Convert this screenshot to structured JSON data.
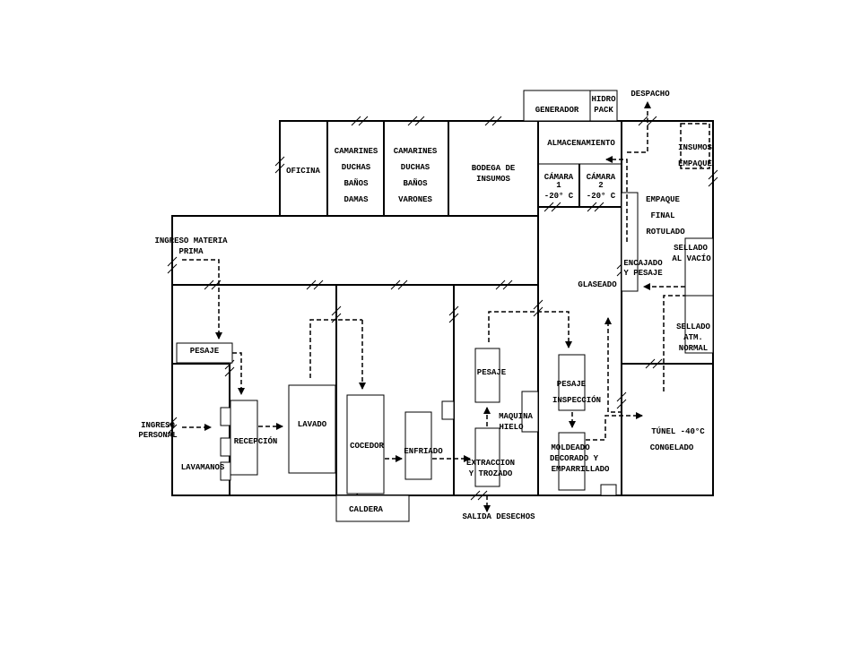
{
  "labels": {
    "generador": "GENERADOR",
    "hidro_pack": [
      "HIDRO",
      "PACK"
    ],
    "despacho": "DESPACHO",
    "oficina": "OFICINA",
    "camarines_damas": [
      "CAMARINES",
      "DUCHAS",
      "BAÑOS",
      "DAMAS"
    ],
    "camarines_varones": [
      "CAMARINES",
      "DUCHAS",
      "BAÑOS",
      "VARONES"
    ],
    "bodega": [
      "BODEGA DE",
      "INSUMOS"
    ],
    "almacenamiento": "ALMACENAMIENTO",
    "camara1": [
      "CÁMARA",
      "1",
      "-20° C"
    ],
    "camara2": [
      "CÁMARA",
      "2",
      "-20° C"
    ],
    "insumos_empaque": [
      "INSUMOS",
      "EMPAQUE"
    ],
    "empaque_final": [
      "EMPAQUE",
      "FINAL",
      "ROTULADO"
    ],
    "ingreso_materia": [
      "INGRESO MATERIA",
      "PRIMA"
    ],
    "sellado_vacio": [
      "SELLADO",
      "AL VACÍO"
    ],
    "encajado": [
      "ENCAJADO",
      "Y PESAJE"
    ],
    "glaseado": "GLASEADO",
    "sellado_atm": [
      "SELLADO",
      "ATM.",
      "NORMAL"
    ],
    "pesaje_left": "PESAJE",
    "pesaje_mid": "PESAJE",
    "pesaje_right": "PESAJE",
    "inspeccion": "INSPECCIÓN",
    "maquina_hielo": [
      "MAQUINA",
      "HIELO"
    ],
    "ingreso_personal": [
      "INGRESO",
      "PERSONAL"
    ],
    "recepcion": "RECEPCIÓN",
    "lavado": "LAVADO",
    "cocedor": "COCEDOR",
    "enfriado": "ENFRIADO",
    "extraccion": [
      "EXTRACCION",
      "Y TROZADO"
    ],
    "moldeado": [
      "MOLDEADO",
      "DECORADO Y",
      "EMPARRILLADO"
    ],
    "tunel": [
      "TÚNEL -40°C",
      "CONGELADO"
    ],
    "lavamanos": "LAVAMANOS",
    "caldera": "CALDERA",
    "salida_desechos": "SALIDA DESECHOS"
  }
}
